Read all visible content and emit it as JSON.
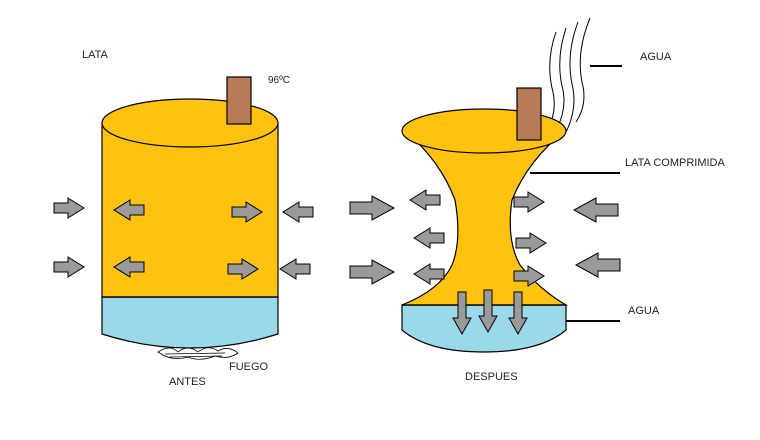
{
  "labels": {
    "can": "LATA",
    "temperature": "96ºC",
    "fire": "FUEGO",
    "before": "ANTES",
    "water_top": "AGUA",
    "compressed_can": "LATA COMPRIMIDA",
    "water_bottom": "AGUA",
    "after": "DESPUES"
  },
  "colors": {
    "can_fill": "#ffc20e",
    "water": "#99d9ea",
    "thermometer": "#b97a57",
    "arrow": "#9a9a9a",
    "outline": "#000000"
  }
}
